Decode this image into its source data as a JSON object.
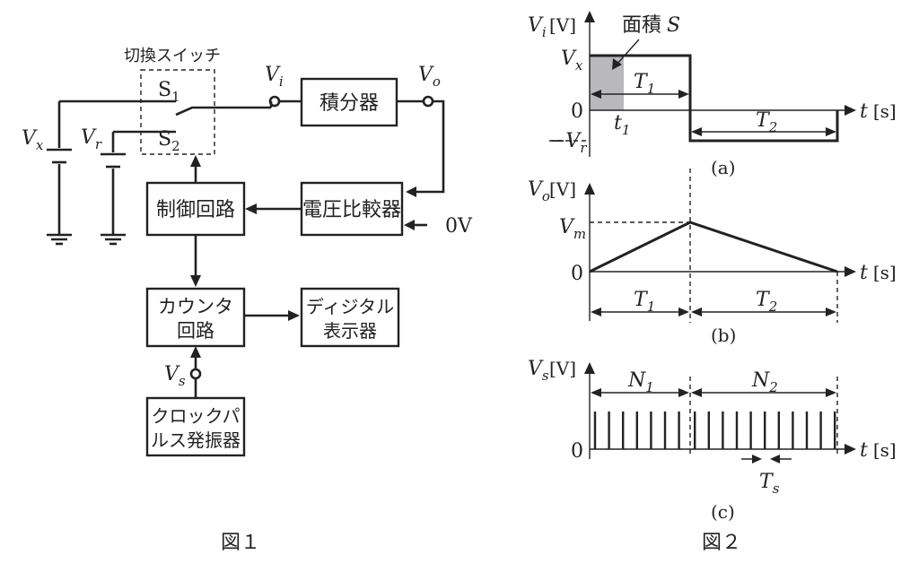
{
  "fig1": {
    "caption": "図１",
    "switch_title": "切換スイッチ",
    "s1": "S",
    "s1_sub": "1",
    "s2": "S",
    "s2_sub": "2",
    "vx": "V",
    "vx_sub": "x",
    "vr": "V",
    "vr_sub": "r",
    "vi": "V",
    "vi_sub": "i",
    "vo": "V",
    "vo_sub": "o",
    "vs": "V",
    "vs_sub": "s",
    "integrator": "積分器",
    "comparator": "電圧比較器",
    "control": "制御回路",
    "zero_v": "0V",
    "counter_line1": "カウンタ",
    "counter_line2": "回路",
    "display_line1": "ディジタル",
    "display_line2": "表示器",
    "clock_line1": "クロックパ",
    "clock_line2": "ルス発振器"
  },
  "fig2": {
    "caption": "図２",
    "a": {
      "ylabel": "V",
      "ylabel_sub": "i",
      "unit": "[V]",
      "area_label": "面積",
      "area_symbol": "S",
      "vx": "V",
      "vx_sub": "x",
      "zero": "0",
      "neg_vr": "−V",
      "neg_vr_sub": "r",
      "t1_small": "t",
      "t1_small_sub": "1",
      "T1": "T",
      "T1_sub": "1",
      "T2": "T",
      "T2_sub": "2",
      "t_axis": "t",
      "t_unit": "[s]",
      "tag": "(a)"
    },
    "b": {
      "ylabel": "V",
      "ylabel_sub": "o",
      "unit": "[V]",
      "vm": "V",
      "vm_sub": "m",
      "zero": "0",
      "T1": "T",
      "T1_sub": "1",
      "T2": "T",
      "T2_sub": "2",
      "t_axis": "t",
      "t_unit": "[s]",
      "tag": "(b)"
    },
    "c": {
      "ylabel": "V",
      "ylabel_sub": "s",
      "unit": "[V]",
      "zero": "0",
      "N1": "N",
      "N1_sub": "1",
      "N2": "N",
      "N2_sub": "2",
      "Ts": "T",
      "Ts_sub": "s",
      "t_axis": "t",
      "t_unit": "[s]",
      "tag": "(c)",
      "pulses_in_T1": 7,
      "pulses_in_T2": 11
    }
  }
}
